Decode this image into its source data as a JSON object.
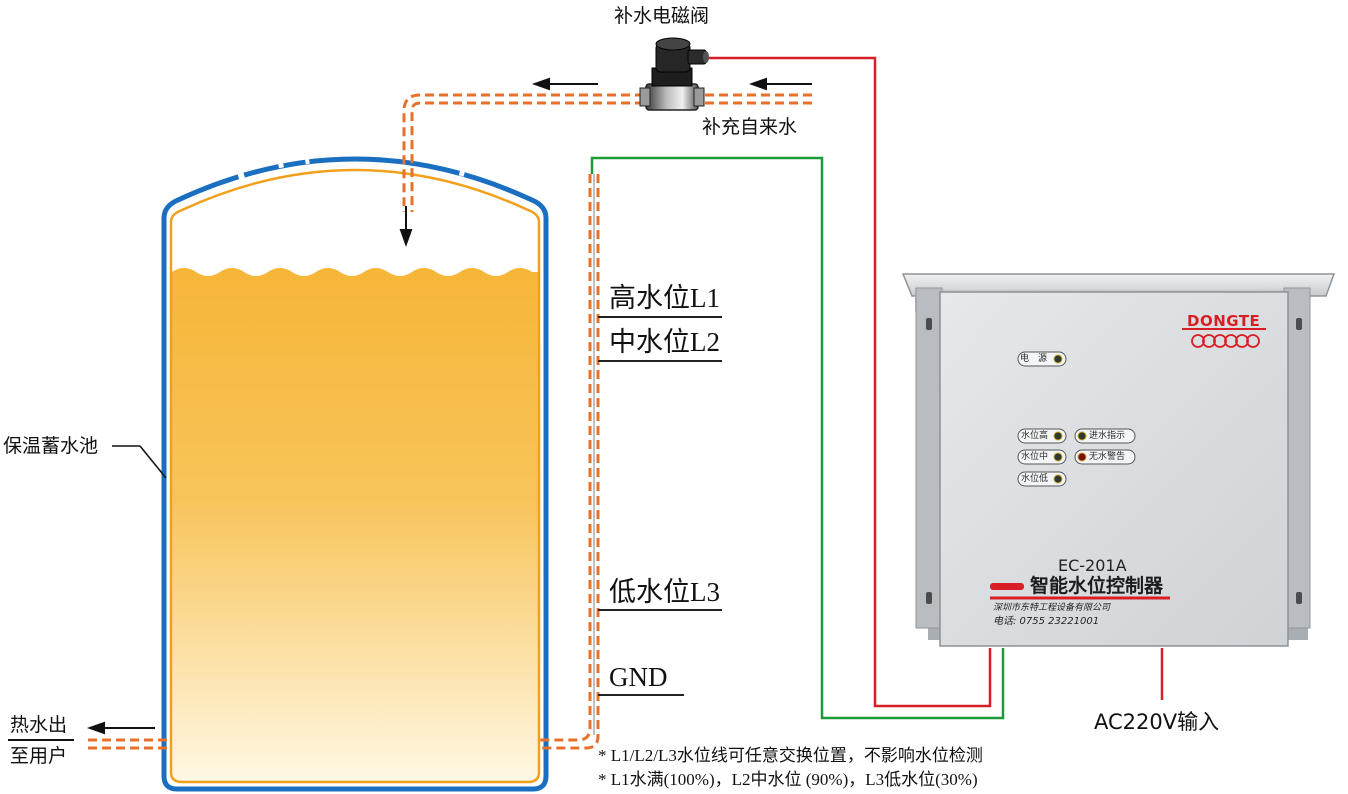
{
  "labels": {
    "valve": "补水电磁阀",
    "supply": "补充自来水",
    "tank": "保温蓄水池",
    "outlet_line1": "热水出",
    "outlet_line2": "至用户",
    "ac_input": "AC220V输入"
  },
  "levels": {
    "l1": "高水位L1",
    "l2": "中水位L2",
    "l3": "低水位L3",
    "gnd": "GND"
  },
  "notes": [
    "* L1/L2/L3水位线可任意交换位置，不影响水位检测",
    "* L1水满(100%)，L2中水位 (90%)，L3低水位(30%)"
  ],
  "controller": {
    "brand": "DONGTE",
    "power": "电　源",
    "level_high": "水位高",
    "level_mid": "水位中",
    "level_low": "水位低",
    "inlet_indicator": "进水指示",
    "no_water_alarm": "无水警告",
    "model": "EC-201A",
    "product_name": "智能水位控制器",
    "company": "深圳市东特工程设备有限公司",
    "phone": "电话: 0755  23221001"
  },
  "colors": {
    "tank_wall": "#1a6fc0",
    "tank_inner": "#f2a01c",
    "water_top": "#f5b43a",
    "water_bottom": "#fff6de",
    "pipe": "#e8702a",
    "wire_green": "#1f9a3a",
    "wire_red": "#d81f26",
    "panel": "#dfe2e4"
  }
}
